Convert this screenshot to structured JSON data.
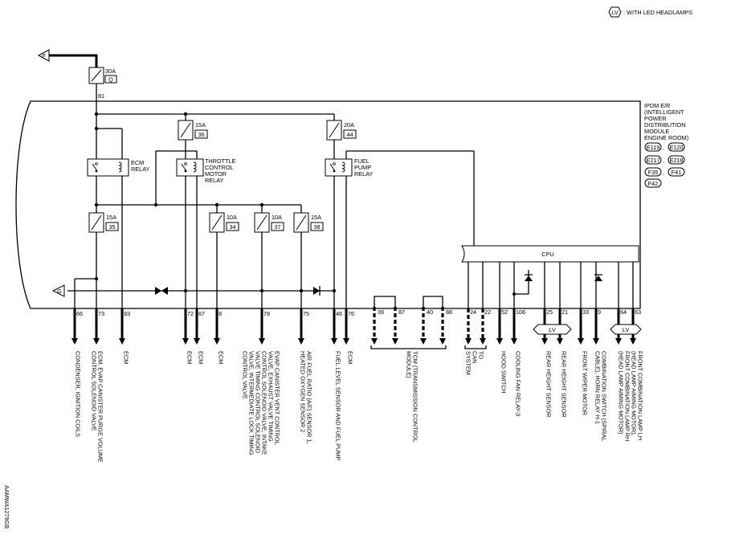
{
  "legend": {
    "badge": "LV",
    "text": ": WITH LED HEADLAMPS"
  },
  "module": {
    "lines": [
      "IPDM E/R",
      "(INTELLIGENT",
      "POWER",
      "DISTRIBUTION",
      "MODULE",
      "ENGINE ROOM)"
    ]
  },
  "connectors": [
    "E119",
    "E120",
    "E217",
    "E218",
    "F35",
    "F41",
    "F42"
  ],
  "connector_separators": [
    ",",
    ",",
    ",",
    ","
  ],
  "arrow_f": "F",
  "arrow_g": "G",
  "main_fuse": {
    "amp": "30A",
    "id": "Q",
    "terminal": "81"
  },
  "fuses": [
    {
      "amp": "15A",
      "id": "36"
    },
    {
      "amp": "20A",
      "id": "44"
    },
    {
      "amp": "15A",
      "id": "35"
    },
    {
      "amp": "10A",
      "id": "34"
    },
    {
      "amp": "10A",
      "id": "37"
    },
    {
      "amp": "15A",
      "id": "38"
    }
  ],
  "relays": {
    "ecm": [
      "ECM",
      "RELAY"
    ],
    "throttle": [
      "THROTTLE",
      "CONTROL",
      "MOTOR",
      "RELAY"
    ],
    "fuel": [
      "FUEL",
      "PUMP",
      "RELAY"
    ]
  },
  "cpu": "CPU",
  "lv_badges": [
    "LV",
    "LV"
  ],
  "terminals": [
    "66",
    "73",
    "93",
    "72",
    "67",
    "8",
    "78",
    "75",
    "46",
    "76",
    "39",
    "87",
    "40",
    "88",
    "24",
    "22",
    "52",
    "106",
    "25",
    "21",
    "33",
    "9",
    "64",
    "63"
  ],
  "destinations": [
    "CONDENSER, IGNITION COILS",
    "ECM, EVAP CANISTER PURGE VOLUME|CONTROL SOLENOID VALVE",
    "ECM",
    "ECM",
    "ECM",
    "ECM",
    "EVAP CANISTER VENT CONTROL|VALVE, EXHAUST VALVE TIMING|CONTROL SOLENOID VALVE, INTAKE|VALVE TIMING CONTROL SOLENOID|VALVE, INTERMEDIATE LOCK TIMING|CONTROL VALVE",
    "AIR FUEL RATIO (A/F) SENSOR 1,|HEATED OXYGEN SENSOR 2",
    "FUEL LEVEL SENSOR AND FUEL PUMP",
    "ECM",
    "TCM (TRANSMISSION CONTROL|MODULE)",
    "TO|CAN|SYSTEM",
    "HOOD SWITCH",
    "COOLING FAN RELAY-3",
    "REAR HEIGHT SENSOR",
    "REAR HEIGHT SENSOR",
    "FRONT WIPER MOTOR",
    "COMBINATION SWITCH (SPIRAL|CABLE), HORN RELAY H-1",
    "FRONT COMBINATION LAMP LH|(HEAD LAMP AIMING MOTOR),|FRONT COMBINATION LAMP RH|(HEAD LAMP AIMING MOTOR)"
  ],
  "figure_id": "AAMWA1279GB"
}
